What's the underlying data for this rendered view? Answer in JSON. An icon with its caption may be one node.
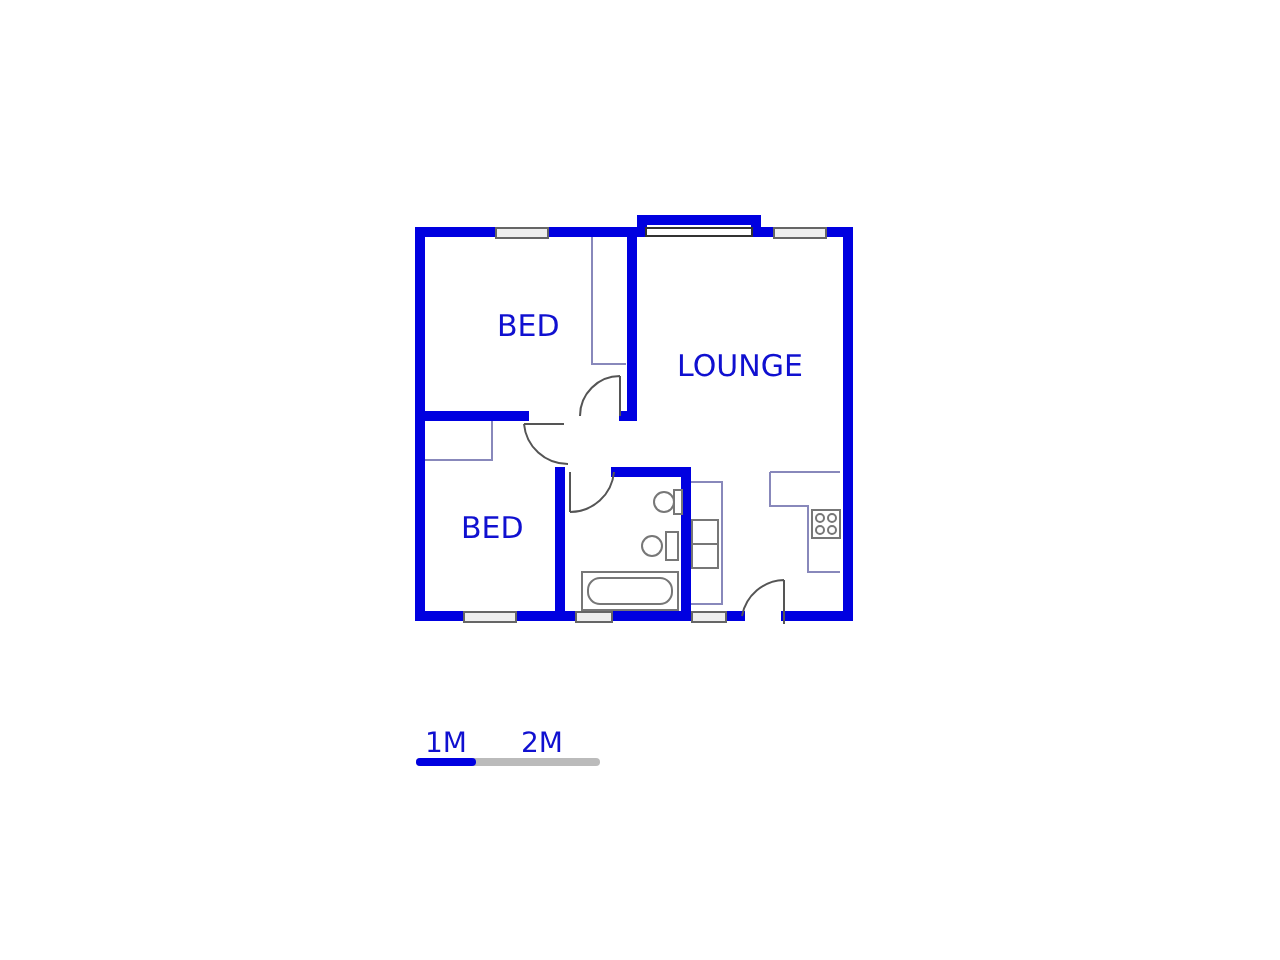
{
  "diagram": {
    "nodes": [
      {
        "text": [
          "BED"
        ]
      },
      {
        "text": [
          "LOUNGE"
        ]
      },
      {
        "text": [
          "BED"
        ]
      }
    ],
    "labels": [
      "1M",
      "2M"
    ]
  }
}
